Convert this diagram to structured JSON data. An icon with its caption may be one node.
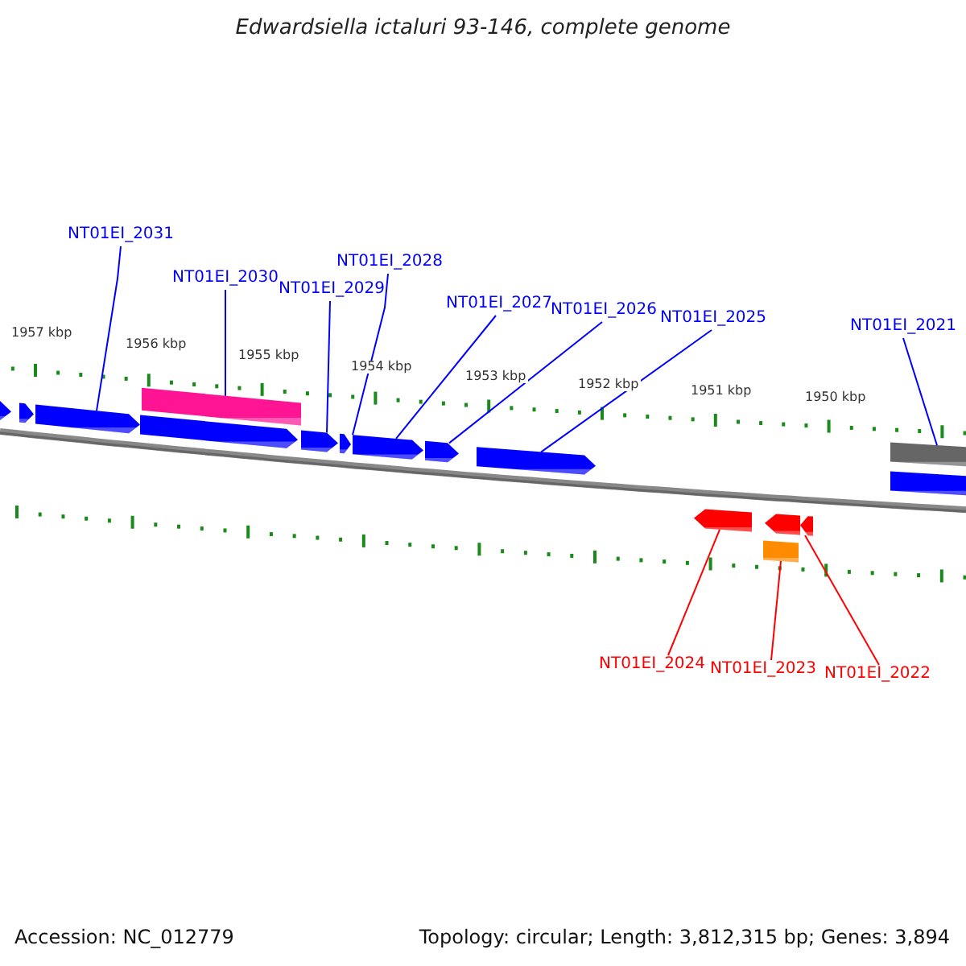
{
  "diagram": {
    "title": "Edwardsiella ictaluri 93-146, complete genome",
    "nodes": [
      {
        "text": [
          "NT01EI_2031"
        ]
      },
      {
        "text": [
          "NT01EI_2030"
        ]
      },
      {
        "text": [
          "NT01EI_2029"
        ]
      },
      {
        "text": [
          "NT01EI_2028"
        ]
      },
      {
        "text": [
          "NT01EI_2027"
        ]
      },
      {
        "text": [
          "NT01EI_2026"
        ]
      },
      {
        "text": [
          "NT01EI_2025"
        ]
      },
      {
        "text": [
          "NT01EI_2021"
        ]
      },
      {
        "text": [
          "NT01EI_2024"
        ]
      },
      {
        "text": [
          "NT01EI_2023"
        ]
      },
      {
        "text": [
          "NT01EI_2022"
        ]
      },
      {
        "text": [],
        "shape": "arrow"
      },
      {
        "text": [],
        "shape": "arrow"
      },
      {
        "text": [],
        "shape": "arrow"
      },
      {
        "text": [],
        "shape": "bar"
      },
      {
        "text": [],
        "shape": "arrow"
      },
      {
        "text": [],
        "shape": "arrow"
      },
      {
        "text": [],
        "shape": "arrow"
      },
      {
        "text": [],
        "shape": "arrow"
      },
      {
        "text": [],
        "shape": "arrow"
      },
      {
        "text": [],
        "shape": "arrow"
      },
      {
        "text": [],
        "shape": "arrow"
      },
      {
        "text": [],
        "shape": "bar"
      },
      {
        "text": [],
        "shape": "arrow"
      },
      {
        "text": [],
        "shape": "arrow"
      },
      {
        "text": [],
        "shape": "bar"
      },
      {
        "text": [],
        "shape": "bar"
      }
    ],
    "edges": [
      {
        "from": 0,
        "to": 13,
        "arrow": "none"
      },
      {
        "from": 1,
        "to": 14,
        "arrow": "none"
      },
      {
        "from": 2,
        "to": 16,
        "arrow": "none"
      },
      {
        "from": 3,
        "to": 17,
        "arrow": "none"
      },
      {
        "from": 4,
        "to": 18,
        "arrow": "none"
      },
      {
        "from": 5,
        "to": 19,
        "arrow": "none"
      },
      {
        "from": 6,
        "to": 20,
        "arrow": "none"
      },
      {
        "from": 7,
        "to": 25,
        "arrow": "none"
      },
      {
        "from": 8,
        "to": 21,
        "arrow": "none",
        "color": "#ff0000"
      },
      {
        "from": 9,
        "to": 22,
        "arrow": "none",
        "color": "#ff0000"
      },
      {
        "from": 10,
        "to": 24,
        "arrow": "none",
        "color": "#ff0000"
      }
    ],
    "labels": [
      "1957 kbp",
      "1956 kbp",
      "1955 kbp",
      "1954 kbp",
      "1953 kbp",
      "1952 kbp",
      "1951 kbp",
      "1950 kbp",
      "Accession: NC_012779",
      "Topology: circular; Length: 3,812,315 bp; Genes: 3,894"
    ]
  }
}
